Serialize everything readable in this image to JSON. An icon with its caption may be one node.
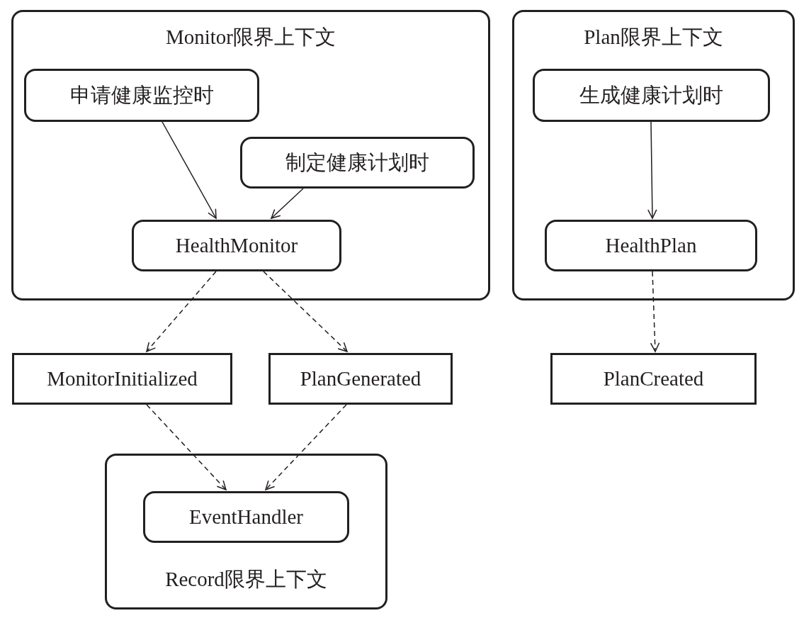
{
  "diagram": {
    "nodes": [
      {
        "text": [
          "Monitor限界上下文"
        ]
      },
      {
        "text": [
          "申请健康监控时"
        ],
        "in": 0
      },
      {
        "text": [
          "制定健康计划时"
        ],
        "in": 0
      },
      {
        "text": [
          "HealthMonitor"
        ],
        "in": 0
      },
      {
        "text": [
          "Plan限界上下文"
        ]
      },
      {
        "text": [
          "生成健康计划时"
        ],
        "in": 4
      },
      {
        "text": [
          "HealthPlan"
        ],
        "in": 4
      },
      {
        "text": [
          "MonitorInitialized"
        ]
      },
      {
        "text": [
          "PlanGenerated"
        ]
      },
      {
        "text": [
          "PlanCreated"
        ]
      },
      {
        "text": [
          "Record限界上下文"
        ]
      },
      {
        "text": [
          "EventHandler"
        ],
        "in": 10
      }
    ],
    "edges": [
      {
        "from": 1,
        "to": 3,
        "arrow": "to"
      },
      {
        "from": 2,
        "to": 3,
        "arrow": "to"
      },
      {
        "from": 5,
        "to": 6,
        "arrow": "to"
      },
      {
        "from": 3,
        "to": 7,
        "arrow": "to",
        "style": "dashed"
      },
      {
        "from": 3,
        "to": 8,
        "arrow": "to",
        "style": "dashed"
      },
      {
        "from": 6,
        "to": 9,
        "arrow": "to",
        "style": "dashed"
      },
      {
        "from": 7,
        "to": 11,
        "arrow": "to",
        "style": "dashed"
      },
      {
        "from": 8,
        "to": 11,
        "arrow": "to",
        "style": "dashed"
      }
    ]
  }
}
